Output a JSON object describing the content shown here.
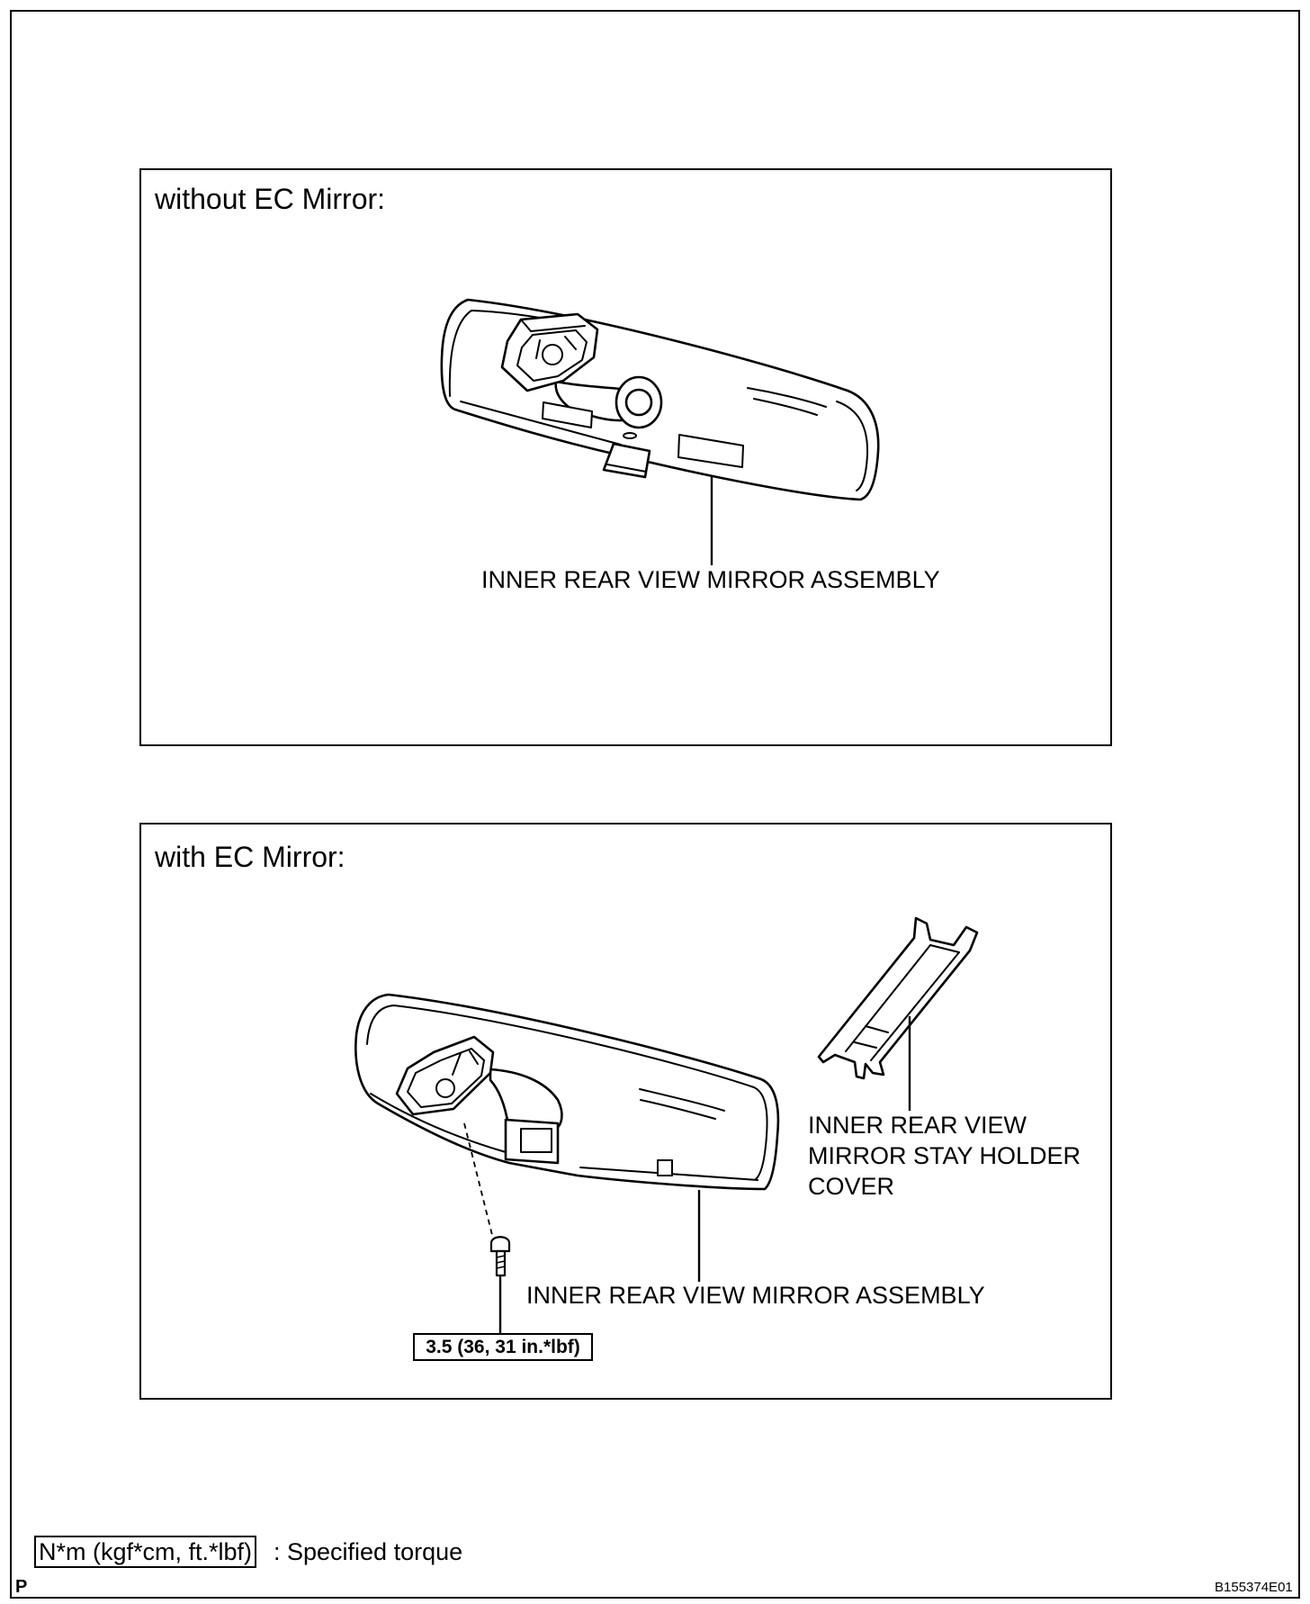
{
  "panels": {
    "without_ec": {
      "title": "without EC Mirror:",
      "mirror_assembly_label": "INNER REAR VIEW MIRROR ASSEMBLY"
    },
    "with_ec": {
      "title": "with EC Mirror:",
      "holder_cover_label": [
        "INNER REAR VIEW",
        "MIRROR STAY HOLDER",
        "COVER"
      ],
      "mirror_assembly_label": "INNER REAR VIEW MIRROR ASSEMBLY",
      "torque_spec": "3.5 (36, 31 in.*lbf)"
    }
  },
  "legend": {
    "torque_units": "N*m (kgf*cm, ft.*lbf)",
    "torque_meaning": ": Specified torque"
  },
  "footer": {
    "page_marker": "P",
    "figure_code": "B155374E01"
  }
}
